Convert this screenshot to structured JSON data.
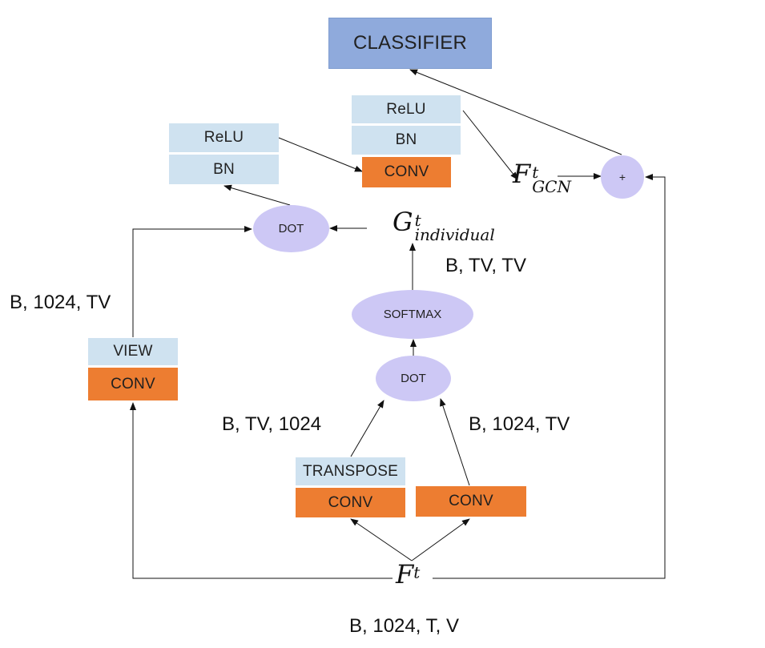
{
  "blocks": {
    "classifier": "CLASSIFIER",
    "relu_top": "ReLU",
    "bn_top": "BN",
    "conv_top": "CONV",
    "relu_left": "ReLU",
    "bn_left": "BN",
    "view": "VIEW",
    "conv_view": "CONV",
    "transpose": "TRANSPOSE",
    "conv_transpose": "CONV",
    "conv_right": "CONV"
  },
  "nodes": {
    "plus": "+",
    "dot_left": "DOT",
    "softmax": "SOFTMAX",
    "dot_center": "DOT"
  },
  "symbols": {
    "f_gcn_base": "F",
    "f_gcn_sup": "t",
    "f_gcn_sub": "GCN",
    "g_base": "G",
    "g_sup": "t",
    "g_sub": "individual",
    "f_base": "F",
    "f_sup": "t"
  },
  "shapes": {
    "g_shape": "B, TV, TV",
    "view_shape": "B, 1024, TV",
    "transpose_shape": "B, TV, 1024",
    "conv_right_shape": "B, 1024, TV",
    "input_shape": "B, 1024, T, V"
  },
  "colors": {
    "light_block": "#cfe2f0",
    "conv_block": "#ed7d31",
    "classifier_block": "#8faadc",
    "ellipse_node": "#cdc8f5"
  }
}
